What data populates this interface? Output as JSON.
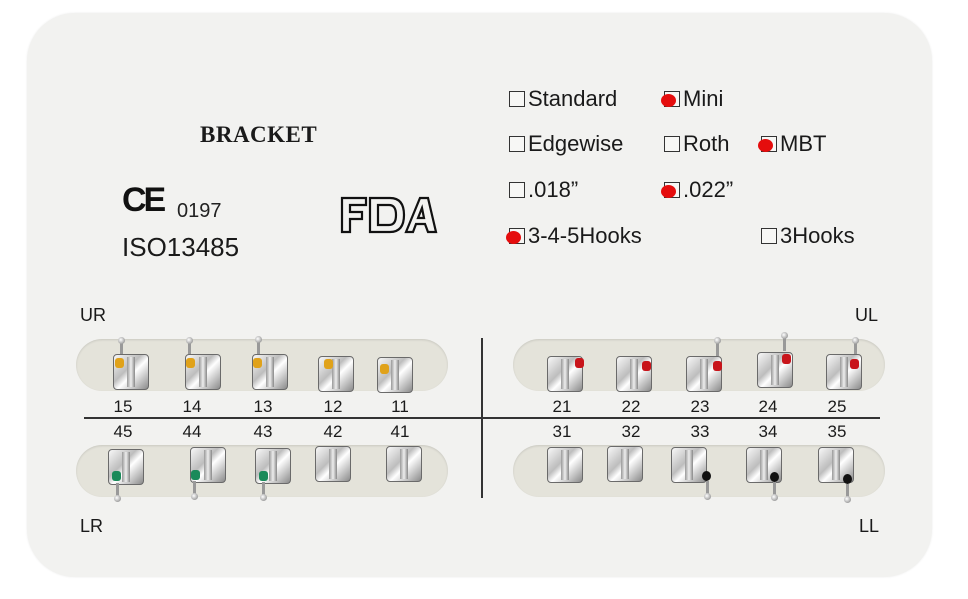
{
  "card": {
    "title": "BRACKET",
    "ce_mark": "CE",
    "ce_number": "0197",
    "iso": "ISO13485",
    "fda_logo": "FDA"
  },
  "options": [
    {
      "label": "Standard",
      "checked": false
    },
    {
      "label": "Mini",
      "checked": true
    },
    {
      "label": "Edgewise",
      "checked": false
    },
    {
      "label": "Roth",
      "checked": false
    },
    {
      "label": "MBT",
      "checked": true
    },
    {
      "label": ".018”",
      "checked": false
    },
    {
      "label": ".022”",
      "checked": true
    },
    {
      "label": "3-4-5Hooks",
      "checked": true
    },
    {
      "label": "3Hooks",
      "checked": false
    }
  ],
  "quadrants": {
    "ur": "UR",
    "ul": "UL",
    "lr": "LR",
    "ll": "LL"
  },
  "teeth": {
    "upper_right": [
      "15",
      "14",
      "13",
      "12",
      "11"
    ],
    "upper_left": [
      "21",
      "22",
      "23",
      "24",
      "25"
    ],
    "lower_right": [
      "45",
      "44",
      "43",
      "42",
      "41"
    ],
    "lower_left": [
      "31",
      "32",
      "33",
      "34",
      "35"
    ]
  },
  "colors": {
    "check_mark": "#e50d0d",
    "upper_right_id": "#e0a21a",
    "upper_left_id": "#c8141a",
    "lower_right_id": "#1a8a5a",
    "lower_left_id": "#111111"
  }
}
